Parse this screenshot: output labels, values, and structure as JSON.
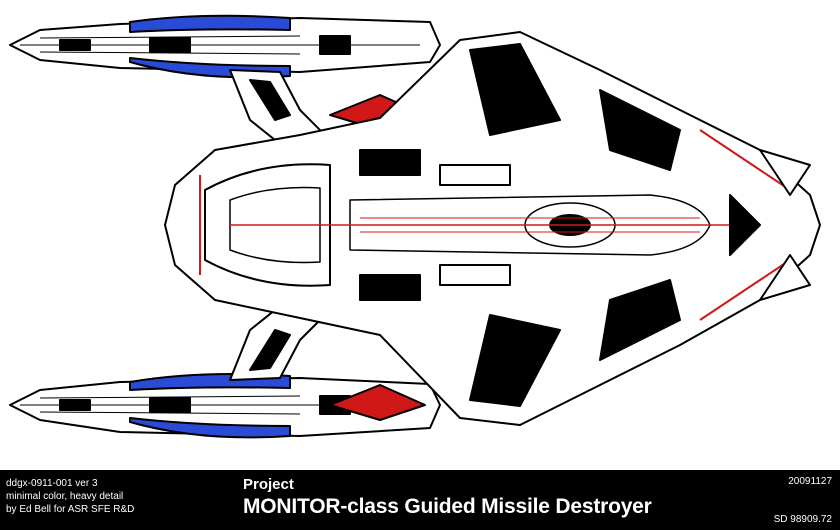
{
  "caption": {
    "project_label": "Project",
    "ship_title": "MONITOR-class Guided Missile Destroyer",
    "drawing_id": "ddgx-0911-001 ver 3",
    "drawing_style": "minimal color, heavy detail",
    "credit": "by Ed Bell for ASR SFE R&D",
    "date_code": "20091127",
    "stardate": "SD 98909.72"
  },
  "colors": {
    "background": "#ffffff",
    "caption_bar": "#000000",
    "caption_text": "#ffffff",
    "hull_line": "#000000",
    "nacelle_blue": "#2a4bd6",
    "accent_red": "#d01818"
  }
}
